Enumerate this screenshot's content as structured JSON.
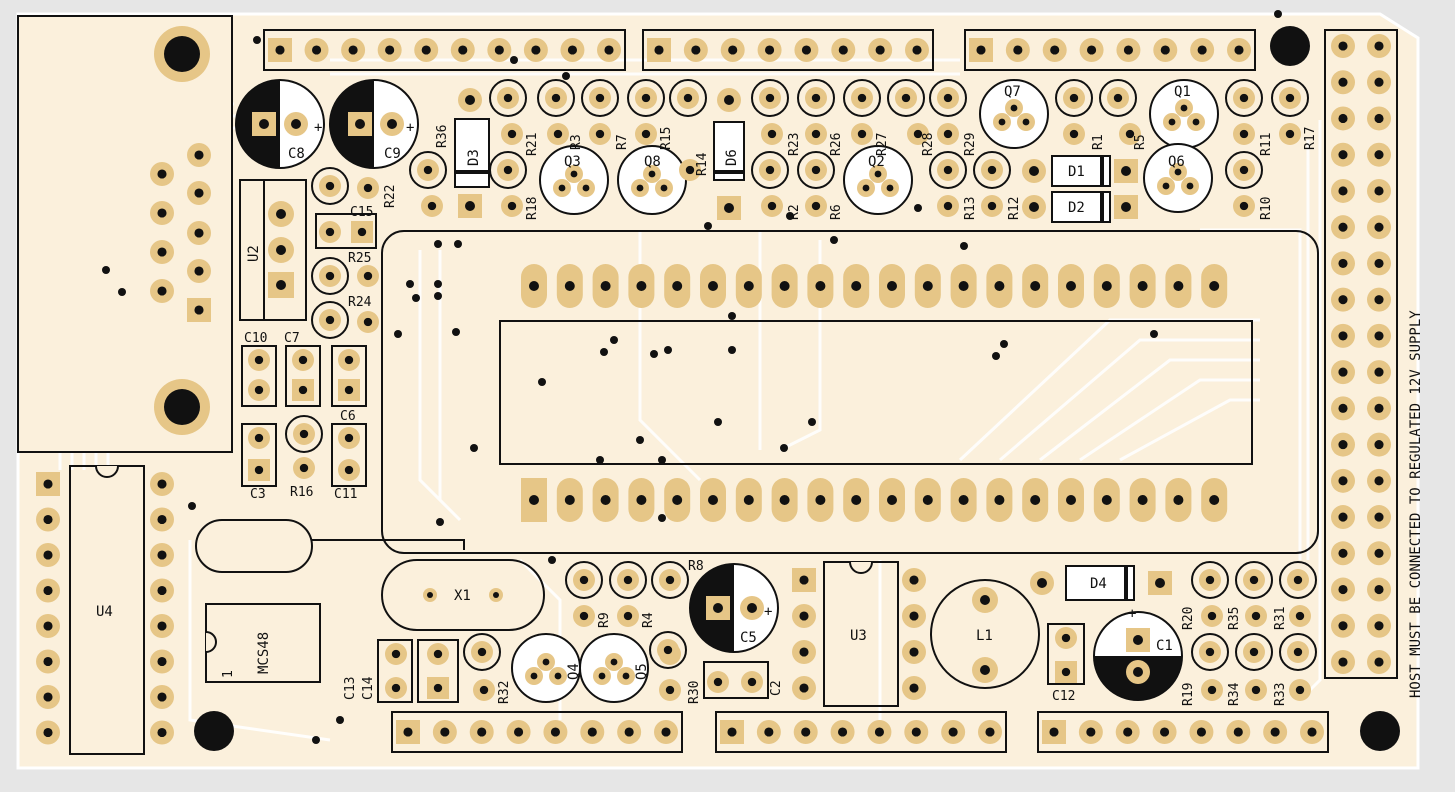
{
  "board": {
    "colors": {
      "background": "#e6e6e6",
      "board": "#fbf0dc",
      "copper": "#f4e6c9",
      "trace": "#ffffff",
      "pad": "#e6c687",
      "drill": "#111111",
      "silk": "#111111"
    },
    "notice": "HOST MUST BE CONNECTED TO REGULATED 12V SUPPLY"
  },
  "components": {
    "ics": [
      "U2",
      "U3",
      "U4",
      "MCS48"
    ],
    "pin1_marker": "1",
    "crystal": "X1",
    "inductor": "L1",
    "diodes": [
      "D1",
      "D2",
      "D3",
      "D4",
      "D6"
    ],
    "transistors": [
      "Q1",
      "Q2",
      "Q3",
      "Q4",
      "Q5",
      "Q6",
      "Q7",
      "Q8"
    ],
    "electrolytic_caps": [
      "C1",
      "C5",
      "C8",
      "C9"
    ],
    "capacitors": [
      "C2",
      "C3",
      "C6",
      "C7",
      "C10",
      "C11",
      "C12",
      "C13",
      "C14",
      "C15"
    ],
    "resistors": [
      "R1",
      "R2",
      "R3",
      "R4",
      "R5",
      "R6",
      "R7",
      "R8",
      "R9",
      "R10",
      "R11",
      "R12",
      "R13",
      "R14",
      "R15",
      "R16",
      "R17",
      "R18",
      "R19",
      "R20",
      "R21",
      "R22",
      "R23",
      "R24",
      "R25",
      "R26",
      "R27",
      "R28",
      "R29",
      "R30",
      "R31",
      "R32",
      "R33",
      "R34",
      "R35",
      "R36"
    ],
    "polarity_mark": "+"
  }
}
